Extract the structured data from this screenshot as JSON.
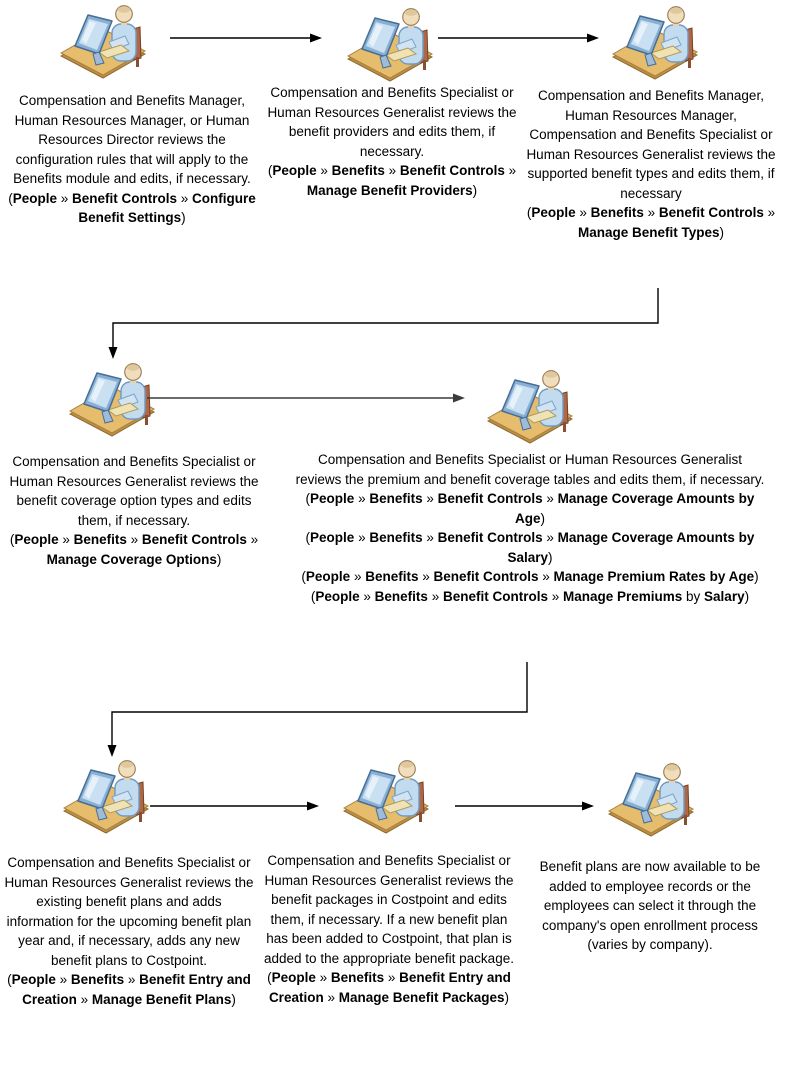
{
  "diagram": {
    "type": "flowchart",
    "icon": "person-at-computer-icon",
    "colors": {
      "arrow": "#000000",
      "arrow_row2": "#3c3c3c",
      "mat": "#e6bd6c",
      "mat_edge": "#bd8f46",
      "monitor": "#a9cbe6",
      "screen": "#c9e0f2",
      "shirt": "#c3dbee",
      "head": "#efddbb",
      "chair": "#b06747",
      "text": "#000000"
    },
    "separator": " » ",
    "steps": [
      {
        "id": "configure-benefit-settings",
        "body": "Compensation and Benefits Manager, Human Resources Manager, or Human Resources Director reviews the configuration rules that will apply to the Benefits module and edits, if necessary.",
        "paths": [
          [
            {
              "text": "(",
              "bold": false
            },
            {
              "text": "People",
              "bold": true
            },
            {
              "text": " » ",
              "bold": false
            },
            {
              "text": "Benefit Controls",
              "bold": true
            },
            {
              "text": " » ",
              "bold": false
            },
            {
              "text": "Configure Benefit Settings",
              "bold": true
            },
            {
              "text": ")",
              "bold": false
            }
          ]
        ]
      },
      {
        "id": "manage-benefit-providers",
        "body": "Compensation and Benefits Specialist or Human Resources Generalist reviews the benefit providers and edits them, if necessary.",
        "paths": [
          [
            {
              "text": "(",
              "bold": false
            },
            {
              "text": "People",
              "bold": true
            },
            {
              "text": " » ",
              "bold": false
            },
            {
              "text": "Benefits",
              "bold": true
            },
            {
              "text": " » ",
              "bold": false
            },
            {
              "text": "Benefit Controls",
              "bold": true
            },
            {
              "text": " » ",
              "bold": false
            },
            {
              "text": "Manage Benefit Providers",
              "bold": true
            },
            {
              "text": ")",
              "bold": false
            }
          ]
        ]
      },
      {
        "id": "manage-benefit-types",
        "body": "Compensation and Benefits Manager, Human Resources Manager, Compensation and Benefits Specialist or Human Resources Generalist reviews the supported benefit types and edits them, if necessary",
        "paths": [
          [
            {
              "text": "(",
              "bold": false
            },
            {
              "text": "People",
              "bold": true
            },
            {
              "text": " » ",
              "bold": false
            },
            {
              "text": "Benefits",
              "bold": true
            },
            {
              "text": " » ",
              "bold": false
            },
            {
              "text": "Benefit Controls",
              "bold": true
            },
            {
              "text": " » ",
              "bold": false
            },
            {
              "text": "Manage Benefit Types",
              "bold": true
            },
            {
              "text": ")",
              "bold": false
            }
          ]
        ]
      },
      {
        "id": "manage-coverage-options",
        "body": "Compensation and Benefits Specialist or Human Resources Generalist reviews the benefit coverage option types and edits them, if necessary.",
        "paths": [
          [
            {
              "text": "(",
              "bold": false
            },
            {
              "text": "People",
              "bold": true
            },
            {
              "text": " » ",
              "bold": false
            },
            {
              "text": "Benefits",
              "bold": true
            },
            {
              "text": " » ",
              "bold": false
            },
            {
              "text": "Benefit Controls",
              "bold": true
            },
            {
              "text": " » ",
              "bold": false
            },
            {
              "text": "Manage Coverage Options",
              "bold": true
            },
            {
              "text": ")",
              "bold": false
            }
          ]
        ]
      },
      {
        "id": "manage-premium-and-coverage-tables",
        "body": "Compensation and Benefits Specialist or Human Resources Generalist reviews the premium and benefit coverage tables and edits them, if necessary.",
        "paths": [
          [
            {
              "text": "(",
              "bold": false
            },
            {
              "text": "People",
              "bold": true
            },
            {
              "text": " » ",
              "bold": false
            },
            {
              "text": "Benefits",
              "bold": true
            },
            {
              "text": " » ",
              "bold": false
            },
            {
              "text": "Benefit Controls",
              "bold": true
            },
            {
              "text": " » ",
              "bold": false
            },
            {
              "text": "Manage Coverage Amounts by Age",
              "bold": true
            },
            {
              "text": ")",
              "bold": false
            }
          ],
          [
            {
              "text": "(",
              "bold": false
            },
            {
              "text": "People",
              "bold": true
            },
            {
              "text": " » ",
              "bold": false
            },
            {
              "text": "Benefits",
              "bold": true
            },
            {
              "text": " » ",
              "bold": false
            },
            {
              "text": "Benefit Controls",
              "bold": true
            },
            {
              "text": " » ",
              "bold": false
            },
            {
              "text": "Manage Coverage Amounts by Salary",
              "bold": true
            },
            {
              "text": ")",
              "bold": false
            }
          ],
          [
            {
              "text": "(",
              "bold": false
            },
            {
              "text": "People",
              "bold": true
            },
            {
              "text": " » ",
              "bold": false
            },
            {
              "text": "Benefits",
              "bold": true
            },
            {
              "text": " » ",
              "bold": false
            },
            {
              "text": "Benefit Controls",
              "bold": true
            },
            {
              "text": " » ",
              "bold": false
            },
            {
              "text": "Manage Premium Rates by Age",
              "bold": true
            },
            {
              "text": ")",
              "bold": false
            }
          ],
          [
            {
              "text": "(",
              "bold": false
            },
            {
              "text": "People",
              "bold": true
            },
            {
              "text": " » ",
              "bold": false
            },
            {
              "text": "Benefits",
              "bold": true
            },
            {
              "text": " » ",
              "bold": false
            },
            {
              "text": "Benefit Controls",
              "bold": true
            },
            {
              "text": " » ",
              "bold": false
            },
            {
              "text": "Manage Premiums",
              "bold": true
            },
            {
              "text": " by ",
              "bold": false
            },
            {
              "text": "Salary",
              "bold": true
            },
            {
              "text": ")",
              "bold": false
            }
          ]
        ]
      },
      {
        "id": "manage-benefit-plans",
        "body": "Compensation and Benefits Specialist or Human Resources Generalist reviews the existing benefit plans and adds information for the upcoming benefit plan year and, if necessary, adds any new benefit plans to Costpoint.",
        "paths": [
          [
            {
              "text": "(",
              "bold": false
            },
            {
              "text": "People",
              "bold": true
            },
            {
              "text": " » ",
              "bold": false
            },
            {
              "text": "Benefits",
              "bold": true
            },
            {
              "text": " » ",
              "bold": false
            },
            {
              "text": "Benefit Entry and Creation",
              "bold": true
            },
            {
              "text": " » ",
              "bold": false
            },
            {
              "text": "Manage Benefit Plans",
              "bold": true
            },
            {
              "text": ")",
              "bold": false
            }
          ]
        ]
      },
      {
        "id": "manage-benefit-packages",
        "body": "Compensation and Benefits Specialist or Human Resources Generalist reviews the benefit packages in Costpoint and edits them, if necessary.  If a new benefit plan has been added to Costpoint, that plan is added to the appropriate benefit package.",
        "paths": [
          [
            {
              "text": "(",
              "bold": false
            },
            {
              "text": "People",
              "bold": true
            },
            {
              "text": " » ",
              "bold": false
            },
            {
              "text": "Benefits",
              "bold": true
            },
            {
              "text": " » ",
              "bold": false
            },
            {
              "text": "Benefit Entry and Creation",
              "bold": true
            },
            {
              "text": " » ",
              "bold": false
            },
            {
              "text": "Manage Benefit Packages",
              "bold": true
            },
            {
              "text": ")",
              "bold": false
            }
          ]
        ]
      },
      {
        "id": "plans-available",
        "body": "Benefit plans are now available to be added to employee records or the employees can select it through the company's open enrollment process (varies by company).",
        "paths": []
      }
    ]
  }
}
